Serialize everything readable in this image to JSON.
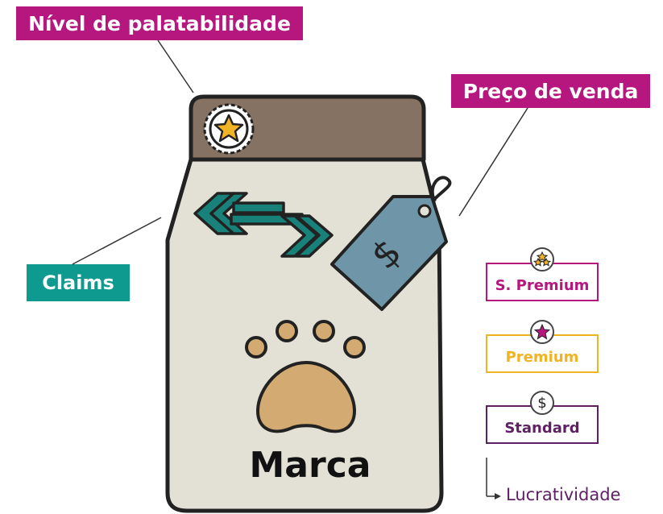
{
  "callouts": {
    "palatability": "Nível de palatabilidade",
    "price": "Preço de venda",
    "claims": "Claims"
  },
  "package": {
    "brand": "Marca",
    "price_symbol": "$"
  },
  "tiers": [
    {
      "label": "S. Premium",
      "badge": "three-stars-icon",
      "color": "#b5177f"
    },
    {
      "label": "Premium",
      "badge": "star-icon",
      "color": "#f0b323"
    },
    {
      "label": "Standard",
      "badge": "dollar-icon",
      "badge_text": "$",
      "color": "#5e1f63"
    }
  ],
  "axis": {
    "label": "Lucratividade"
  },
  "colors": {
    "magenta": "#b5177f",
    "teal": "#0e9a8e",
    "bag_body": "#e3e0d6",
    "bag_top": "#857262",
    "price_tag": "#6f96a8",
    "chevrons": "#18827a",
    "paw_pad": "#d2aa72"
  }
}
